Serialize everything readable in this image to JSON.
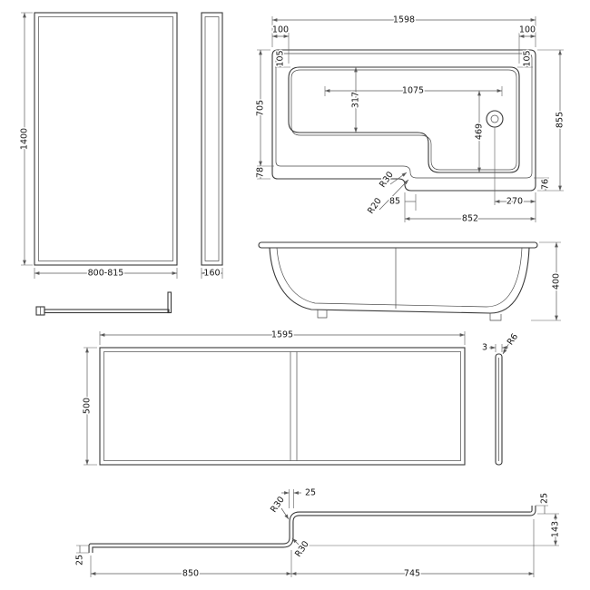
{
  "drawing": {
    "line_color": "#383838",
    "dim_color": "#5a5a5a",
    "background": "#ffffff"
  },
  "views": {
    "screen_front": {
      "height": "1400",
      "width": "800-815"
    },
    "screen_side": {
      "width": "160"
    },
    "bath_plan": {
      "length": "1598",
      "inset_top_left": "100",
      "inset_top_right": "100",
      "inset_side_left": "105",
      "inset_side_right": "105",
      "width_left": "705",
      "rim_left": "78",
      "width_right": "855",
      "rim_right": "76",
      "inner_length": "1075",
      "inner_width_left": "317",
      "inner_width_right": "469",
      "step_offset": "85",
      "bottom_length": "852",
      "waste_offset": "270",
      "radius_outer": "R30",
      "radius_inner": "R20"
    },
    "bath_side": {
      "height": "400"
    },
    "front_panel": {
      "length": "1595",
      "height": "500",
      "corner_radius": "R6",
      "thickness": "3"
    },
    "panel_plan": {
      "step_width": "25",
      "radius_top": "R30",
      "radius_bottom": "R30",
      "left_length": "850",
      "right_length": "745",
      "return_depth": "143",
      "end_return_right": "25",
      "end_return_left": "25"
    }
  }
}
